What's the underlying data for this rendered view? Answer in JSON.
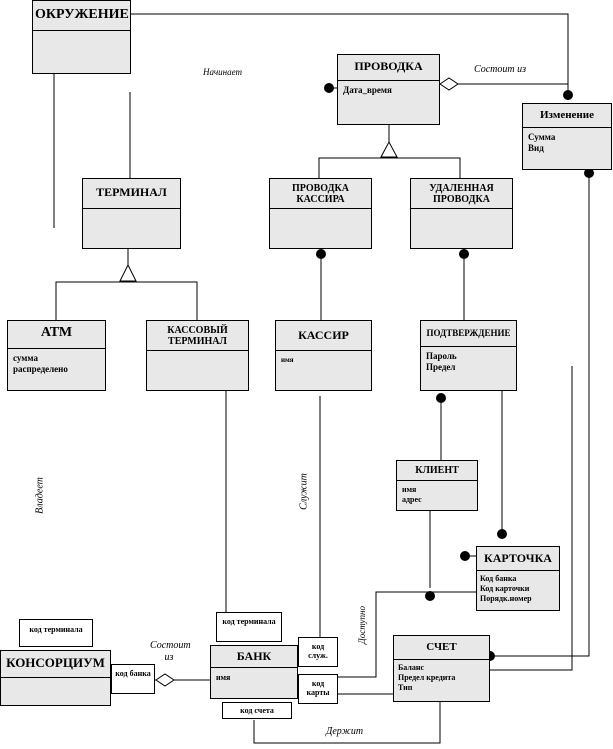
{
  "classes": {
    "environment": {
      "name": "ОКРУЖЕНИЕ",
      "attrs": []
    },
    "transaction": {
      "name": "ПРОВОДКА",
      "attrs": [
        "Дата_время"
      ]
    },
    "change": {
      "name": "Изменение",
      "attrs": [
        "Сумма",
        "Вид"
      ]
    },
    "terminal": {
      "name": "ТЕРМИНАЛ",
      "attrs": []
    },
    "cashier_transaction": {
      "name": "ПРОВОДКА КАССИРА",
      "attrs": []
    },
    "remote_transaction": {
      "name": "УДАЛЕННАЯ ПРОВОДКА",
      "attrs": []
    },
    "atm": {
      "name": "АТМ",
      "attrs": [
        "сумма",
        "распределено"
      ]
    },
    "cash_terminal": {
      "name": "КАССОВЫЙ ТЕРМИНАЛ",
      "attrs": []
    },
    "cashier": {
      "name": "КАССИР",
      "attrs": [
        "имя"
      ]
    },
    "confirmation": {
      "name": "ПОДТВЕРЖДЕНИЕ",
      "attrs": [
        "Пароль",
        "Предел"
      ]
    },
    "client": {
      "name": "КЛИЕНТ",
      "attrs": [
        "имя",
        "адрес"
      ]
    },
    "card": {
      "name": "КАРТОЧКА",
      "attrs": [
        "Код банка",
        "Код карточки",
        "Порядк.номер"
      ]
    },
    "consortium": {
      "name": "КОНСОРЦИУМ",
      "attrs": []
    },
    "bank": {
      "name": "БАНК",
      "attrs": [
        "имя"
      ]
    },
    "account": {
      "name": "СЧЕТ",
      "attrs": [
        "Баланс",
        "Предел кредита",
        "Тип"
      ]
    }
  },
  "qualifiers": {
    "terminal_code_consortium": "код терминала",
    "bank_code": "код банка",
    "terminal_code_bank": "код терминала",
    "employee_code": "код служ.",
    "card_code": "код карты",
    "account_code": "код счета"
  },
  "associations": {
    "starts": "Начинает",
    "consists_of_top": "Состоит из",
    "owns": "Владеет",
    "employs": "Служит",
    "consists_of_bottom": "Состоит из",
    "accesses": "Доступно",
    "holds": "Держит"
  }
}
